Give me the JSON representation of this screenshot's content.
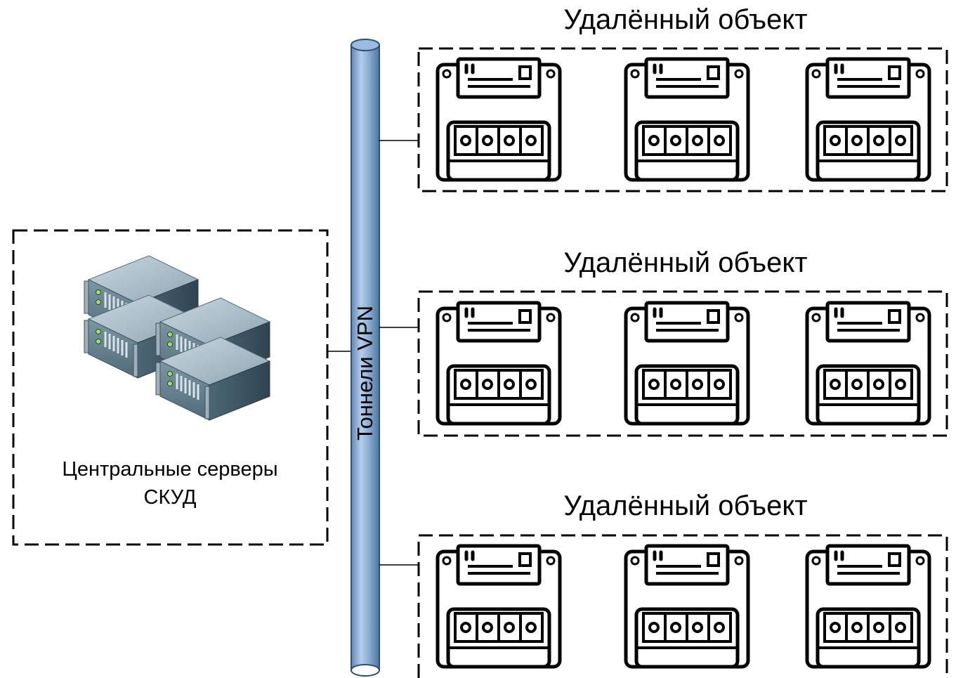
{
  "central": {
    "label_line1": "Центральные серверы",
    "label_line2": "СКУД",
    "icon": "server-rack-icon"
  },
  "tunnel": {
    "label": "Тоннели VPN",
    "color": "#8fb1d8"
  },
  "sites": [
    {
      "label": "Удалённый объект",
      "devices": [
        "meter-icon",
        "meter-icon",
        "meter-icon"
      ]
    },
    {
      "label": "Удалённый объект",
      "devices": [
        "meter-icon",
        "meter-icon",
        "meter-icon"
      ]
    },
    {
      "label": "Удалённый объект",
      "devices": [
        "meter-icon",
        "meter-icon",
        "meter-icon"
      ]
    }
  ]
}
